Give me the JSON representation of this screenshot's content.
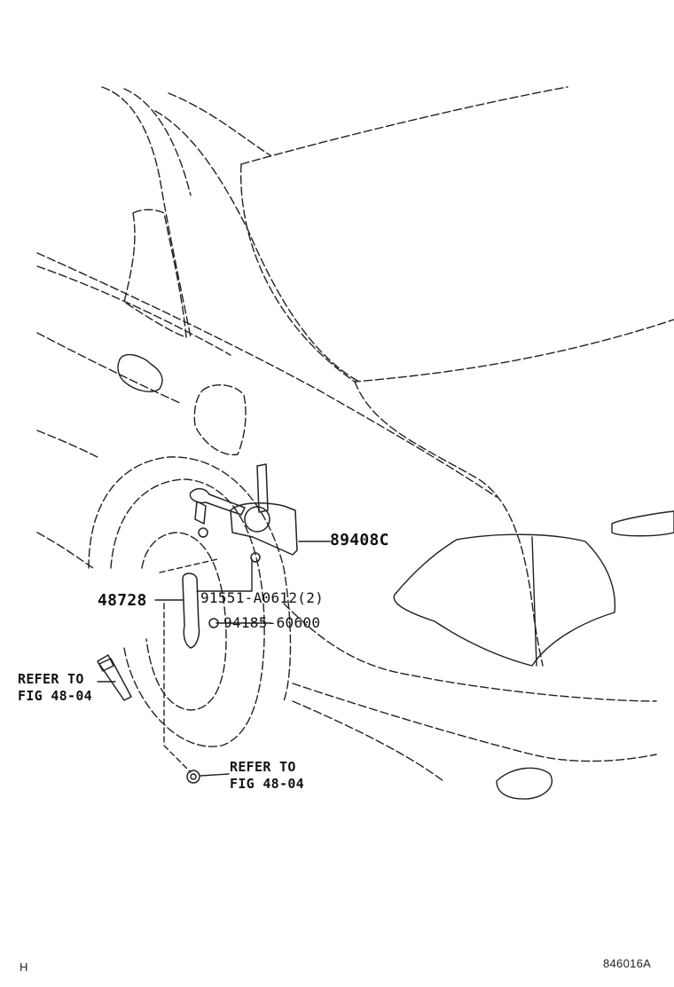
{
  "parts": {
    "sensor": "89408C",
    "screw": "91551-A0612(2)",
    "nut": "94185-60600",
    "bracket": "48728"
  },
  "refer_bolt": {
    "line1": "REFER TO",
    "line2": "FIG 48-04"
  },
  "refer_nut": {
    "line1": "REFER TO",
    "line2": "FIG 48-04"
  },
  "footer": {
    "left": "H",
    "right": "846016A"
  },
  "colors": {
    "line": "#222222",
    "background": "#ffffff"
  }
}
